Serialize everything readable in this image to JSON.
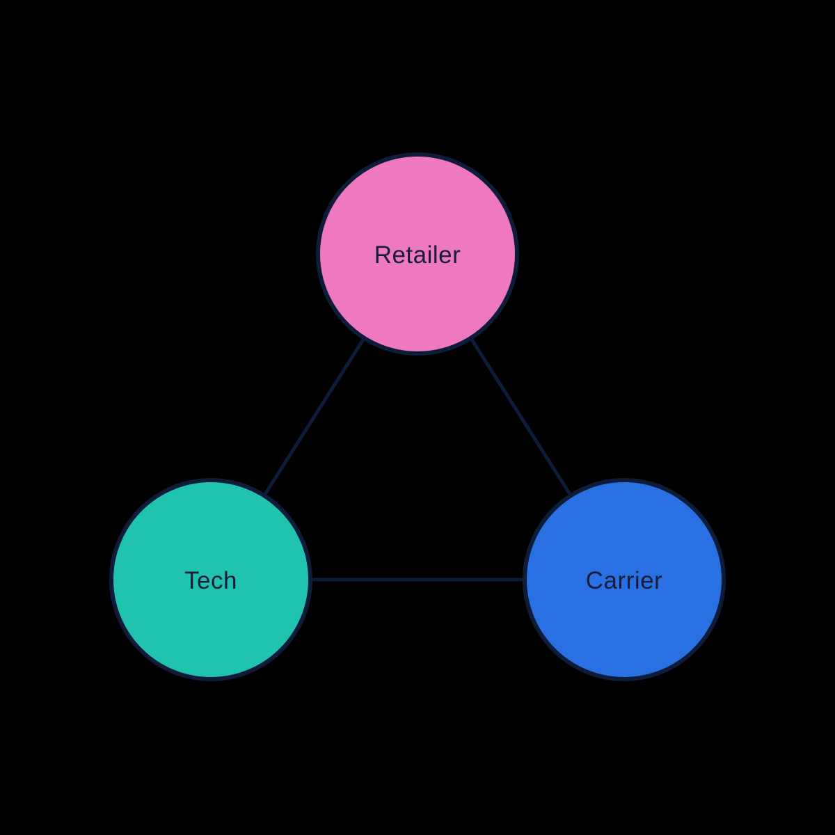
{
  "diagram": {
    "background_color": "#000000",
    "edge_color": "#0E1C3A",
    "nodes": [
      {
        "id": "retailer",
        "label": "Retailer",
        "fill": "#EE79BE",
        "stroke": "#0E1C3A",
        "text_color": "#171C3A"
      },
      {
        "id": "tech",
        "label": "Tech",
        "fill": "#20C3AD",
        "stroke": "#0E1C3A",
        "text_color": "#171C3A"
      },
      {
        "id": "carrier",
        "label": "Carrier",
        "fill": "#2971E3",
        "stroke": "#0E1C3A",
        "text_color": "#171C3A"
      }
    ],
    "edges": [
      {
        "from": "Retailer",
        "to": "Tech"
      },
      {
        "from": "Retailer",
        "to": "Carrier"
      },
      {
        "from": "Tech",
        "to": "Carrier"
      }
    ]
  }
}
